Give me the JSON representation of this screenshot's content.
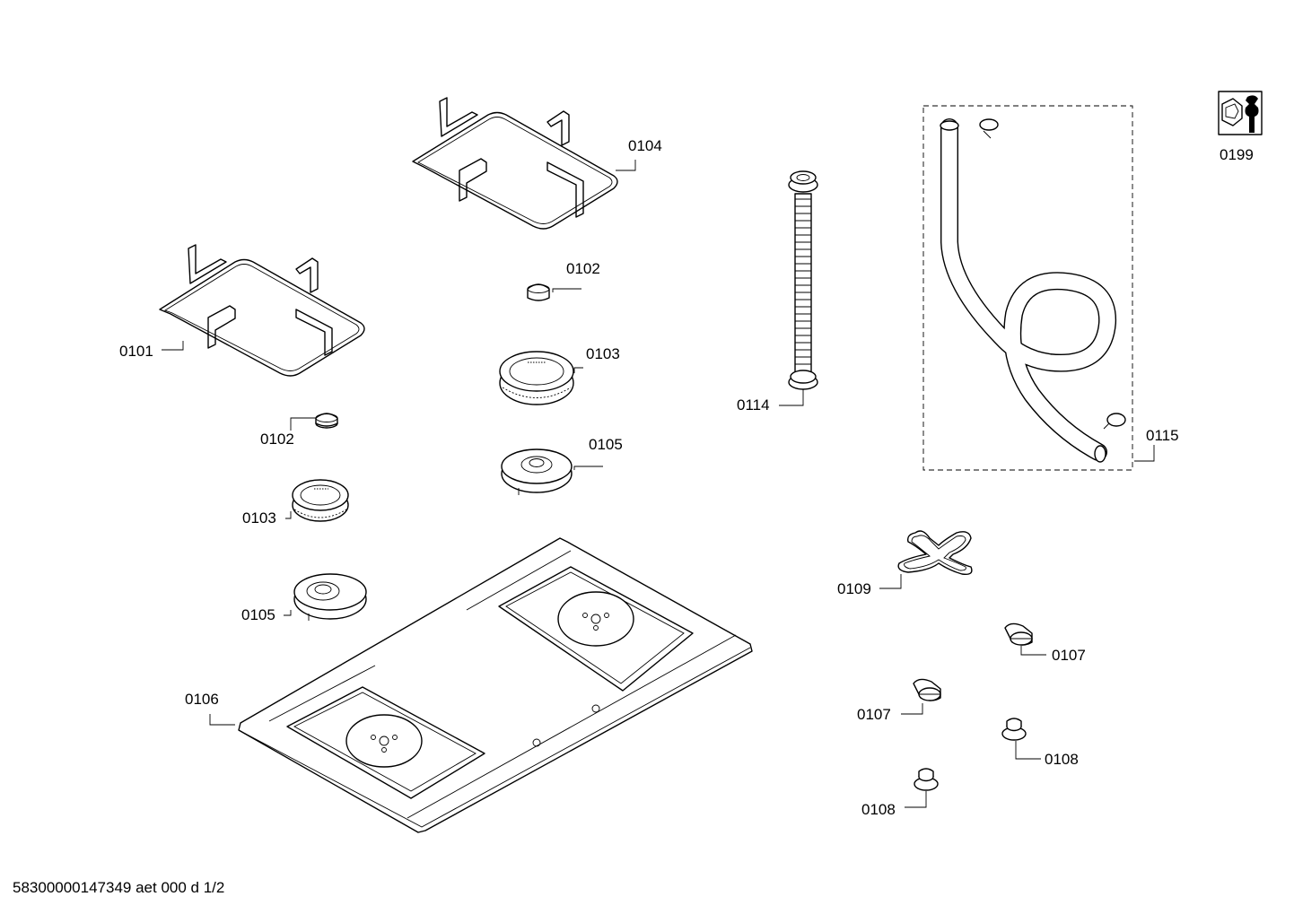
{
  "labels": {
    "p0101": "0101",
    "p0102a": "0102",
    "p0102b": "0102",
    "p0103a": "0103",
    "p0103b": "0103",
    "p0104": "0104",
    "p0105a": "0105",
    "p0105b": "0105",
    "p0106": "0106",
    "p0107a": "0107",
    "p0107b": "0107",
    "p0108a": "0108",
    "p0108b": "0108",
    "p0109": "0109",
    "p0114": "0114",
    "p0115": "0115",
    "p0199": "0199"
  },
  "icons": {
    "tool": "wrench-nut-icon"
  },
  "footer": {
    "text": "58300000147349 aet 000 d 1/2"
  }
}
